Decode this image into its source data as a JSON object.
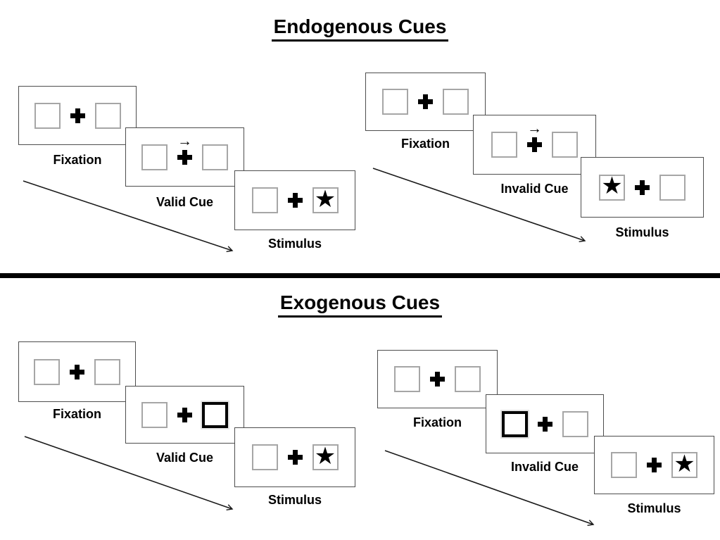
{
  "sections": [
    {
      "title": "Endogenous Cues",
      "sequences": [
        {
          "name": "valid-cue-sequence",
          "panels": [
            {
              "label": "Fixation",
              "left_box": "empty",
              "right_box": "empty"
            },
            {
              "label": "Valid Cue",
              "cue": "central-arrow-right",
              "left_box": "empty",
              "right_box": "empty"
            },
            {
              "label": "Stimulus",
              "left_box": "empty",
              "right_box": "star"
            }
          ]
        },
        {
          "name": "invalid-cue-sequence",
          "panels": [
            {
              "label": "Fixation",
              "left_box": "empty",
              "right_box": "empty"
            },
            {
              "label": "Invalid Cue",
              "cue": "central-arrow-right",
              "left_box": "empty",
              "right_box": "empty"
            },
            {
              "label": "Stimulus",
              "left_box": "star",
              "right_box": "empty"
            }
          ]
        }
      ]
    },
    {
      "title": "Exogenous Cues",
      "sequences": [
        {
          "name": "valid-cue-sequence",
          "panels": [
            {
              "label": "Fixation",
              "left_box": "empty",
              "right_box": "empty"
            },
            {
              "label": "Valid Cue",
              "cue": "right-box-highlighted",
              "left_box": "empty",
              "right_box": "bold-outline"
            },
            {
              "label": "Stimulus",
              "left_box": "empty",
              "right_box": "star"
            }
          ]
        },
        {
          "name": "invalid-cue-sequence",
          "panels": [
            {
              "label": "Fixation",
              "left_box": "empty",
              "right_box": "empty"
            },
            {
              "label": "Invalid Cue",
              "cue": "left-box-highlighted",
              "left_box": "bold-outline",
              "right_box": "empty"
            },
            {
              "label": "Stimulus",
              "left_box": "empty",
              "right_box": "star"
            }
          ]
        }
      ]
    }
  ],
  "glyphs": {
    "star": "★",
    "arrow_right": "→"
  },
  "colors": {
    "ink": "#000000",
    "panel_border": "#4d4d4d",
    "box_border": "#a6a6a6",
    "background": "#ffffff"
  }
}
